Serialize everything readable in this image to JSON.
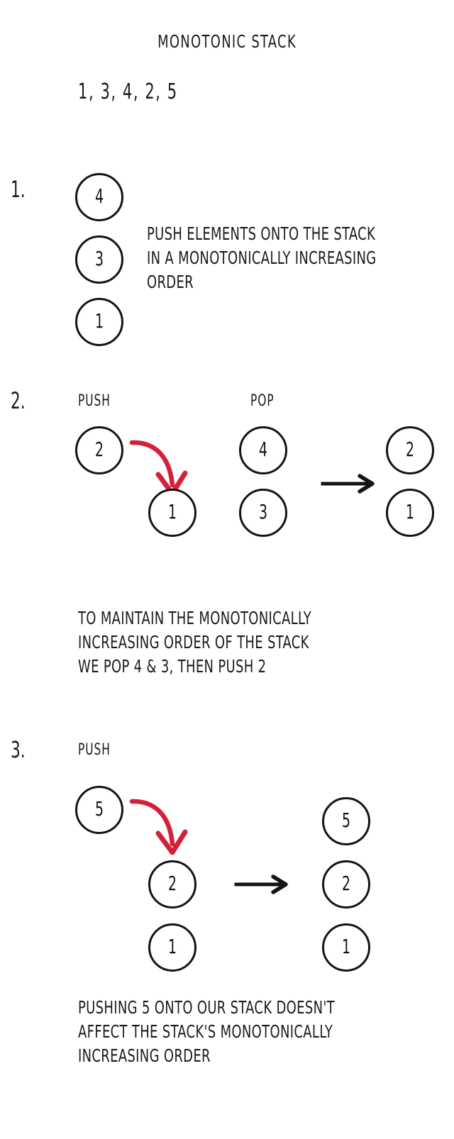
{
  "title": "MONOTONIC STACK",
  "input_array": "1, 3, 4, 2, 5",
  "watermark": "",
  "colors": {
    "ink": "#141414",
    "accent_red": "#d5203a",
    "background": "#ffffff"
  },
  "steps": [
    {
      "number": "1.",
      "stacks": [
        {
          "name": "initial-stack",
          "values": [
            "4",
            "3",
            "1"
          ]
        }
      ],
      "caption": "Push elements onto the stack\nin a monotonically increasing\norder"
    },
    {
      "number": "2.",
      "labels": {
        "push": "PUSH",
        "pop": "POP"
      },
      "push_value": "2",
      "stacks": [
        {
          "name": "remaining-stack",
          "values": [
            "1"
          ]
        },
        {
          "name": "popped-stack",
          "values": [
            "4",
            "3"
          ]
        },
        {
          "name": "result-stack",
          "values": [
            "2",
            "1"
          ]
        }
      ],
      "caption": "To maintain the monotonically\nincreasing order of the stack\nwe pop 4 & 3, then push 2"
    },
    {
      "number": "3.",
      "labels": {
        "push": "PUSH"
      },
      "push_value": "5",
      "stacks": [
        {
          "name": "current-stack",
          "values": [
            "2",
            "1"
          ]
        },
        {
          "name": "result-stack",
          "values": [
            "5",
            "2",
            "1"
          ]
        }
      ],
      "caption": "Pushing 5 onto our stack doesn't\naffect the stack's monotonically\nincreasing order"
    }
  ]
}
